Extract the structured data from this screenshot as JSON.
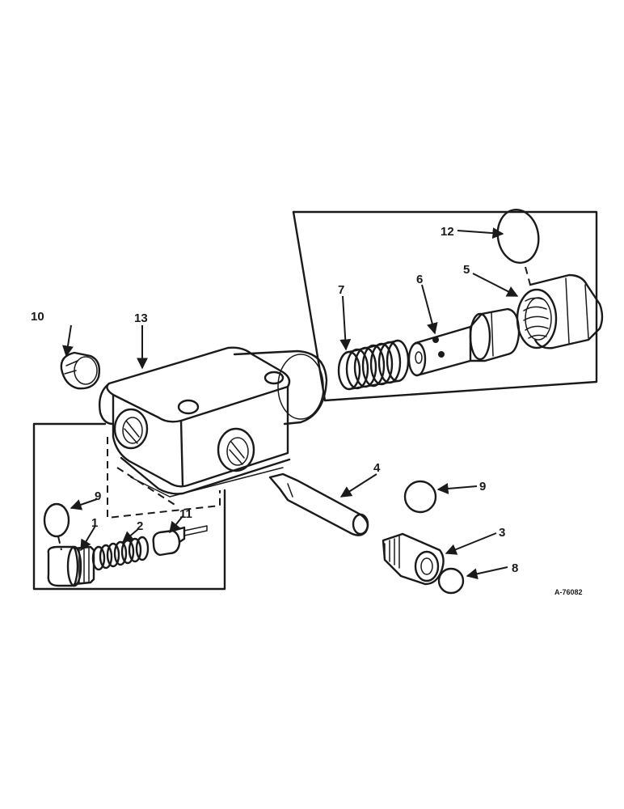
{
  "diagram": {
    "type": "exploded-parts-view",
    "drawing_ref": "A-76082",
    "callouts": [
      {
        "id": "c1",
        "label": "1"
      },
      {
        "id": "c2",
        "label": "2"
      },
      {
        "id": "c3",
        "label": "3"
      },
      {
        "id": "c4",
        "label": "4"
      },
      {
        "id": "c5",
        "label": "5"
      },
      {
        "id": "c6",
        "label": "6"
      },
      {
        "id": "c7",
        "label": "7"
      },
      {
        "id": "c8",
        "label": "8"
      },
      {
        "id": "c9a",
        "label": "9"
      },
      {
        "id": "c9b",
        "label": "9"
      },
      {
        "id": "c10",
        "label": "10"
      },
      {
        "id": "c11",
        "label": "11"
      },
      {
        "id": "c12",
        "label": "12"
      },
      {
        "id": "c13",
        "label": "13"
      }
    ]
  }
}
